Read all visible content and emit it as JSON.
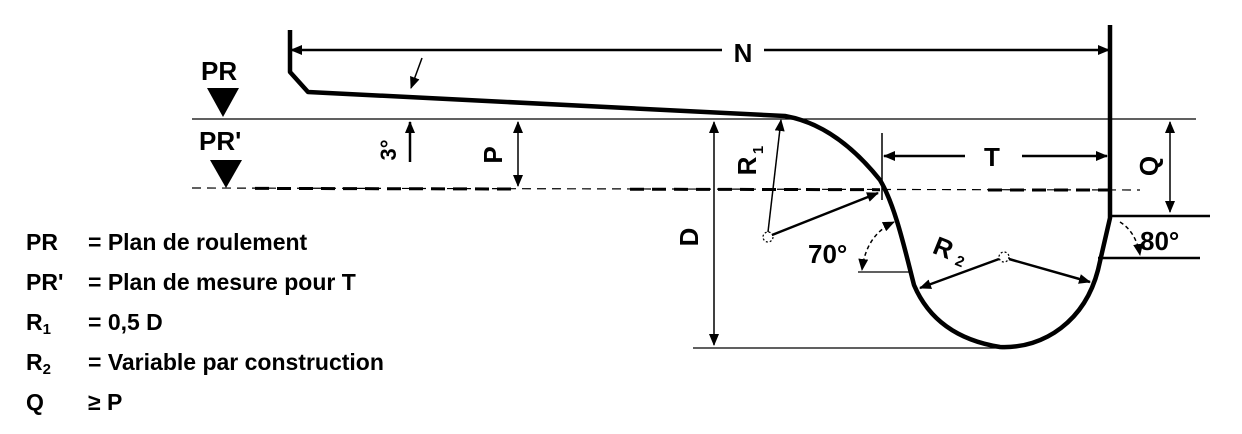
{
  "labels": {
    "pr": "PR",
    "pr_prime": "PR'",
    "n": "N",
    "t": "T",
    "q": "Q",
    "p": "P",
    "d": "D",
    "three_deg": "3°",
    "r1_letter": "R",
    "r1_sub": "1",
    "r2_letter": "R",
    "r2_sub": "2",
    "angle_70": "70°",
    "angle_80": "80°"
  },
  "legend": [
    {
      "sym": "PR",
      "sub": "",
      "text": "= Plan de roulement"
    },
    {
      "sym": "PR'",
      "sub": "",
      "text": "= Plan de mesure pour T"
    },
    {
      "sym": "R",
      "sub": "1",
      "text": "= 0,5 D"
    },
    {
      "sym": "R",
      "sub": "2",
      "text": "= Variable par construction"
    },
    {
      "sym": "Q",
      "sub": "",
      "text": "≥ P"
    }
  ]
}
